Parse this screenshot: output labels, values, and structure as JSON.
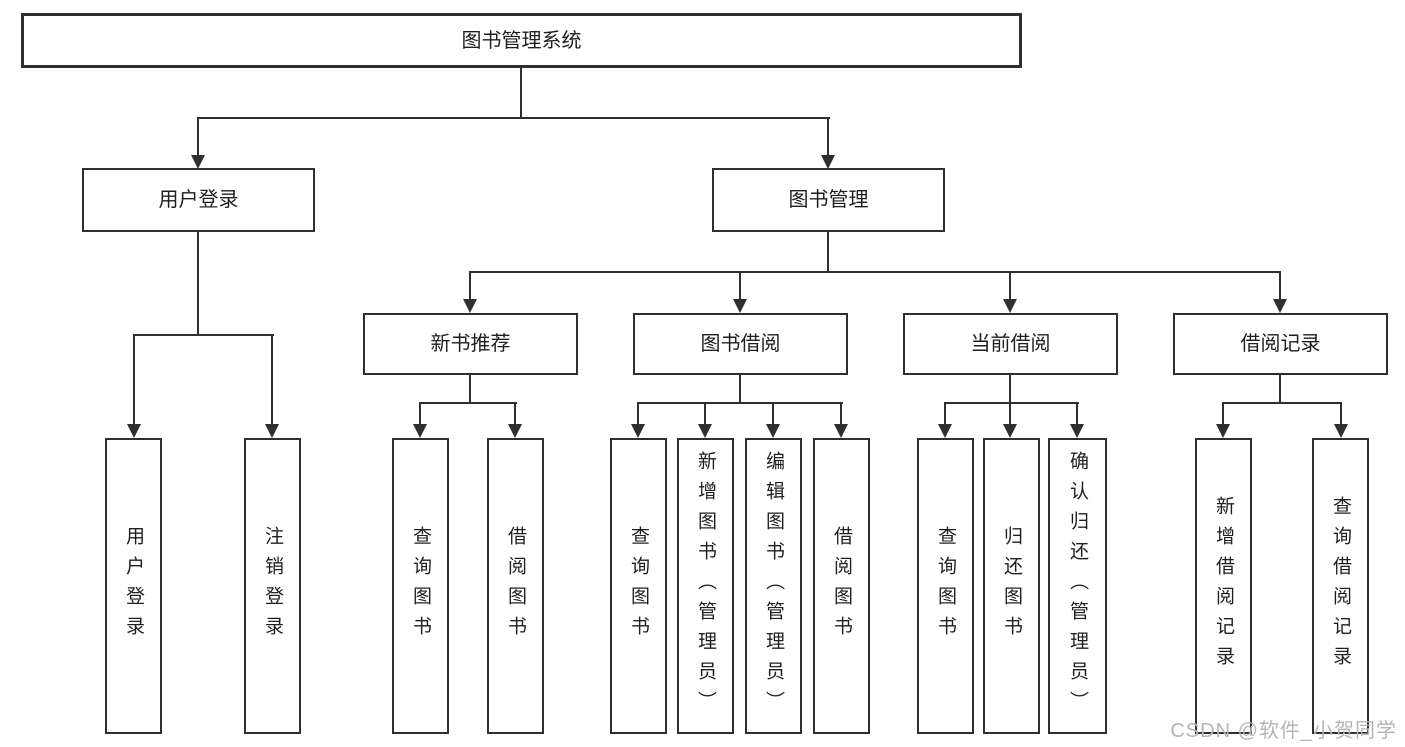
{
  "colors": {
    "line": "#2f2f2f",
    "text": "#1f1f1f",
    "box_background": "#ffffff",
    "watermark": "#b5b5b5",
    "background": "#ffffff"
  },
  "nodes": {
    "root": "图书管理系统",
    "level2": [
      "用户登录",
      "图书管理"
    ],
    "level3": [
      "新书推荐",
      "图书借阅",
      "当前借阅",
      "借阅记录"
    ],
    "leaves": [
      "用户登录",
      "注销登录",
      "查询图书",
      "借阅图书",
      "查询图书",
      "新增图书（管理员）",
      "编辑图书（管理员）",
      "借阅图书",
      "查询图书",
      "归还图书",
      "确认归还（管理员）",
      "新增借阅记录",
      "查询借阅记录"
    ]
  },
  "hierarchy": [
    {
      "parent": "图书管理系统",
      "children": [
        "用户登录",
        "图书管理"
      ]
    },
    {
      "parent": "用户登录",
      "children": [
        "用户登录",
        "注销登录"
      ]
    },
    {
      "parent": "图书管理",
      "children": [
        "新书推荐",
        "图书借阅",
        "当前借阅",
        "借阅记录"
      ]
    },
    {
      "parent": "新书推荐",
      "children": [
        "查询图书",
        "借阅图书"
      ]
    },
    {
      "parent": "图书借阅",
      "children": [
        "查询图书",
        "新增图书（管理员）",
        "编辑图书（管理员）",
        "借阅图书"
      ]
    },
    {
      "parent": "当前借阅",
      "children": [
        "查询图书",
        "归还图书",
        "确认归还（管理员）"
      ]
    },
    {
      "parent": "借阅记录",
      "children": [
        "新增借阅记录",
        "查询借阅记录"
      ]
    }
  ],
  "watermark": {
    "text": "CSDN @软件_小贺同学"
  }
}
